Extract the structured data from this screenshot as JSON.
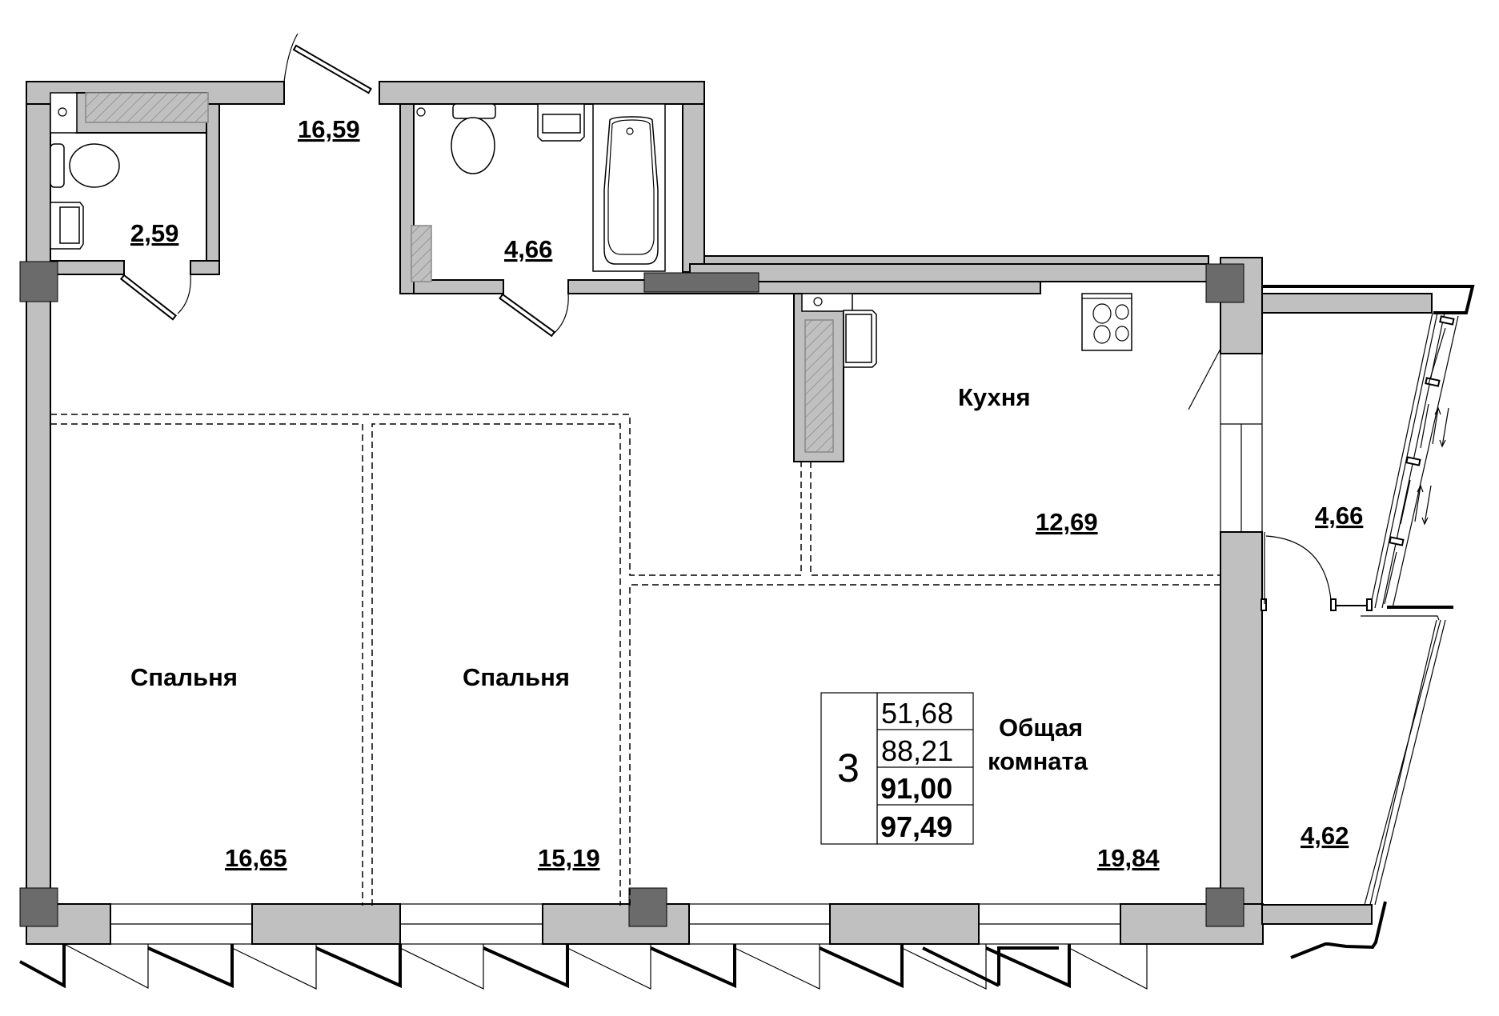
{
  "plan": {
    "room_count": "3",
    "summary": {
      "living_area": "51,68",
      "total_area": "88,21",
      "total_with_loggia_coef": "91,00",
      "total_with_loggia": "97,49"
    },
    "rooms": [
      {
        "id": "wc",
        "name": "",
        "area": "2,59"
      },
      {
        "id": "hall",
        "name": "",
        "area": "16,59"
      },
      {
        "id": "bathroom",
        "name": "",
        "area": "4,66"
      },
      {
        "id": "kitchen",
        "name": "Кухня",
        "area": "12,69"
      },
      {
        "id": "bedroom1",
        "name": "Спальня",
        "area": "16,65"
      },
      {
        "id": "bedroom2",
        "name": "Спальня",
        "area": "15,19"
      },
      {
        "id": "living",
        "name_line1": "Общая",
        "name_line2": "комната",
        "area": "19,84"
      },
      {
        "id": "loggia1",
        "name": "",
        "area": "4,66"
      },
      {
        "id": "loggia2",
        "name": "",
        "area": "4,62"
      }
    ],
    "colors": {
      "wall": "#c0c0c0",
      "column": "#6b6b6b",
      "line": "#000000",
      "background": "#ffffff"
    }
  }
}
